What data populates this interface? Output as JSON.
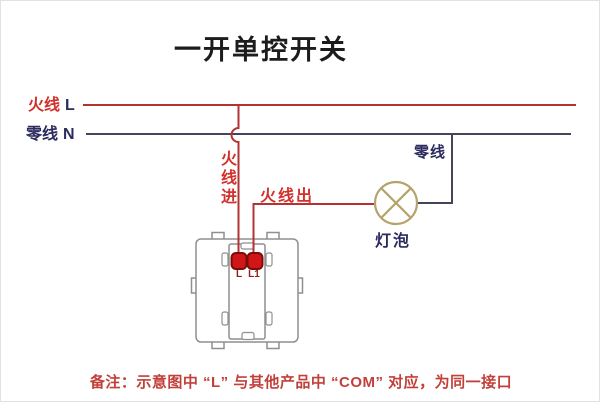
{
  "title": "一开单控开关",
  "bus_labels": {
    "live": {
      "name": "火线",
      "letter": "L"
    },
    "neutral": {
      "name": "零线",
      "letter": "N"
    }
  },
  "wire_labels": {
    "live_in": "火线进",
    "live_out": "火线出",
    "neutral_branch": "零线"
  },
  "bulb": {
    "label": "灯泡"
  },
  "switch": {
    "terminals": [
      {
        "label": "L"
      },
      {
        "label": "L1"
      }
    ]
  },
  "note": "备注：示意图中 “L” 与其他产品中 “COM” 对应，为同一接口",
  "colors": {
    "live_wire": "#b53232",
    "neutral_wire": "#45455a",
    "red_text": "#d2312c",
    "navy_text": "#2b2b5e",
    "terminal_fill": "#d01616",
    "terminal_border": "#7a0c0c",
    "bulb_outline": "#b4a36c",
    "switch_outline": "#8f8f8f",
    "note_text": "#c2403a"
  }
}
